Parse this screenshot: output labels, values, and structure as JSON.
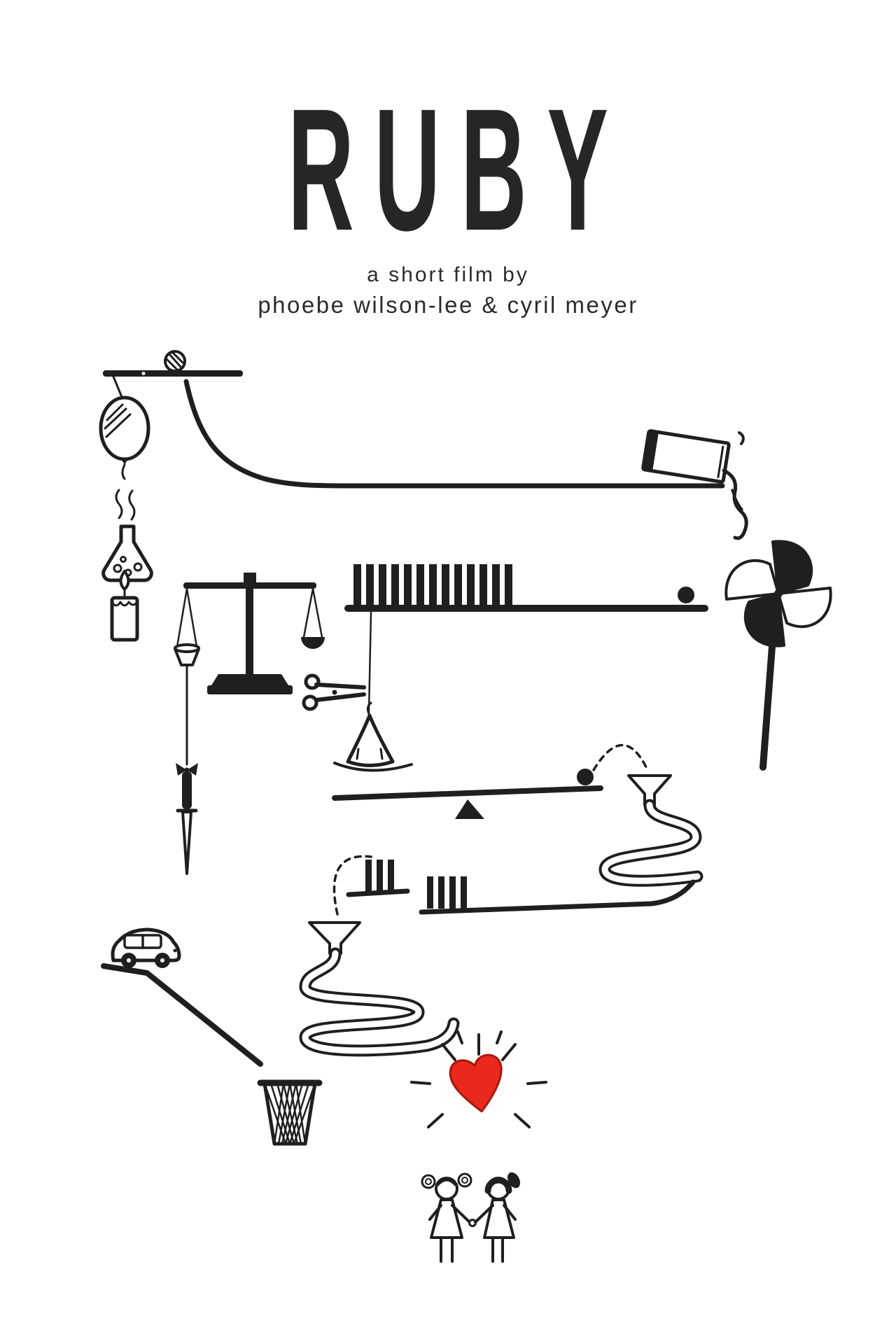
{
  "poster": {
    "title": "RUBY",
    "credit_line1": "a short film by",
    "credit_line2": "phoebe wilson-lee & cyril meyer"
  },
  "colors": {
    "ink": "#1f1f1f",
    "heart_red": "#e8291c",
    "background": "#ffffff"
  },
  "illustration": {
    "elements": [
      "ball-on-lever-icon",
      "balloon-icon",
      "curved-ramp-icon",
      "pouring-paint-can-icon",
      "flask-icon",
      "candle-icon",
      "balance-scale-icon",
      "dominoes-row-icon",
      "rolling-ball-icon",
      "pinwheel-icon",
      "scissors-icon",
      "party-hat-icon",
      "hanging-knife-icon",
      "seesaw-icon",
      "dashed-trajectory-icon",
      "funnel-tube-right-icon",
      "mini-dominoes-platforms-icon",
      "funnel-tube-left-icon",
      "toy-car-on-ramp-icon",
      "trash-can-icon",
      "glowing-heart-icon",
      "girls-holding-hands-icon"
    ]
  }
}
